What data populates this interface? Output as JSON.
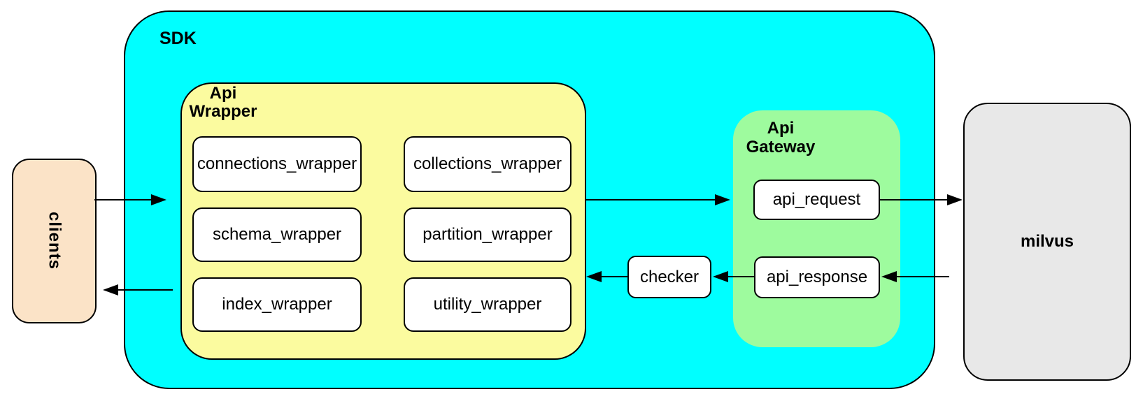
{
  "diagram": {
    "clients": {
      "label": "clients",
      "fill": "#fbe3c7"
    },
    "sdk": {
      "label": "SDK",
      "fill": "#00ffff",
      "api_wrapper": {
        "label_line1": "Api",
        "label_line2": "Wrapper",
        "fill": "#fbfb9f",
        "nodes": [
          {
            "label": "connections_wrapper"
          },
          {
            "label": "collections_wrapper"
          },
          {
            "label": "schema_wrapper"
          },
          {
            "label": "partition_wrapper"
          },
          {
            "label": "index_wrapper"
          },
          {
            "label": "utility_wrapper"
          }
        ]
      },
      "checker": {
        "label": "checker"
      },
      "api_gateway": {
        "label_line1": "Api",
        "label_line2": "Gateway",
        "fill": "#9efb9e",
        "nodes": [
          {
            "label": "api_request"
          },
          {
            "label": "api_response"
          }
        ]
      }
    },
    "milvus": {
      "label": "milvus",
      "fill": "#e8e8e8"
    },
    "colors": {
      "node_fill": "#ffffff",
      "border": "#000000",
      "arrow": "#000000",
      "background": "#ffffff"
    },
    "flows": [
      "clients -> sdk",
      "api_wrapper -> api_gateway",
      "api_request -> milvus",
      "milvus -> api_response",
      "api_response -> checker",
      "checker -> api_wrapper",
      "api_wrapper -> clients"
    ]
  }
}
